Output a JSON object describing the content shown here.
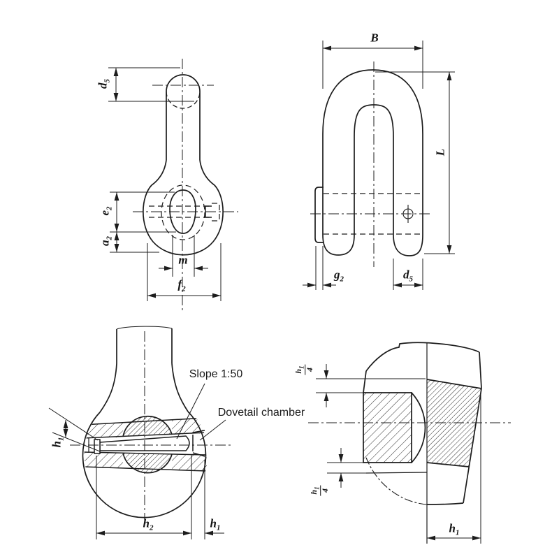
{
  "drawing": {
    "background": "#ffffff",
    "line_color": "#1c1c1c"
  },
  "labels": {
    "d5_side": {
      "base": "d",
      "sub": "5"
    },
    "e2": {
      "base": "e",
      "sub": "2"
    },
    "a2": {
      "base": "a",
      "sub": "2"
    },
    "m": {
      "base": "m",
      "sub": ""
    },
    "f2": {
      "base": "f",
      "sub": "2"
    },
    "B": {
      "base": "B",
      "sub": ""
    },
    "L": {
      "base": "L",
      "sub": ""
    },
    "g2": {
      "base": "g",
      "sub": "2"
    },
    "d5_front": {
      "base": "d",
      "sub": "5"
    },
    "h1_key": {
      "base": "h",
      "sub": "1"
    },
    "h2": {
      "base": "h",
      "sub": "2"
    },
    "h1_end": {
      "base": "h",
      "sub": "1"
    },
    "h1_detail": {
      "base": "h",
      "sub": "1"
    },
    "frac_top": {
      "num_base": "h",
      "num_sub": "1",
      "den": "4"
    },
    "frac_bottom": {
      "num_base": "h",
      "num_sub": "1",
      "den": "4"
    }
  },
  "annotations": {
    "slope": "Slope 1:50",
    "dovetail": "Dovetail chamber"
  }
}
